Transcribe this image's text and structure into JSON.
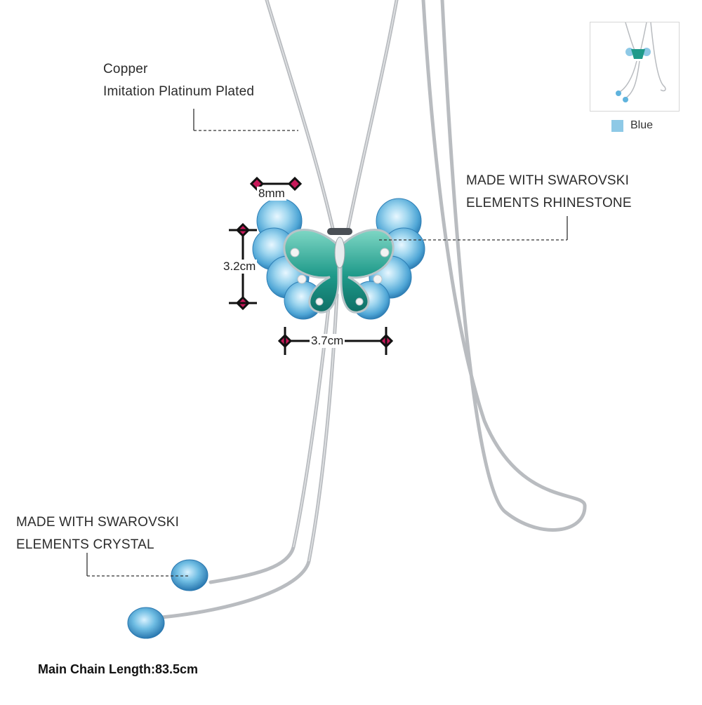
{
  "labels": {
    "material_line1": "Copper",
    "material_line2": "Imitation Platinum Plated",
    "rhinestone_line1": "MADE WITH SWAROVSKI",
    "rhinestone_line2": "ELEMENTS RHINESTONE",
    "crystal_line1": "MADE WITH SWAROVSKI",
    "crystal_line2": "ELEMENTS CRYSTAL"
  },
  "dimensions": {
    "stone": "8mm",
    "height": "3.2cm",
    "width": "3.7cm"
  },
  "footer": {
    "chain_length": "Main Chain Length:83.5cm"
  },
  "color_option": {
    "label": "Blue",
    "swatch_color": "#8ec9e6"
  },
  "colors": {
    "chain": "#b9bcc0",
    "crystal_light": "#9fd6ef",
    "crystal_mid": "#5fb3dd",
    "crystal_dark": "#2f7fb5",
    "wing_green": "#1f9a8a",
    "marker": "#c8195a"
  }
}
